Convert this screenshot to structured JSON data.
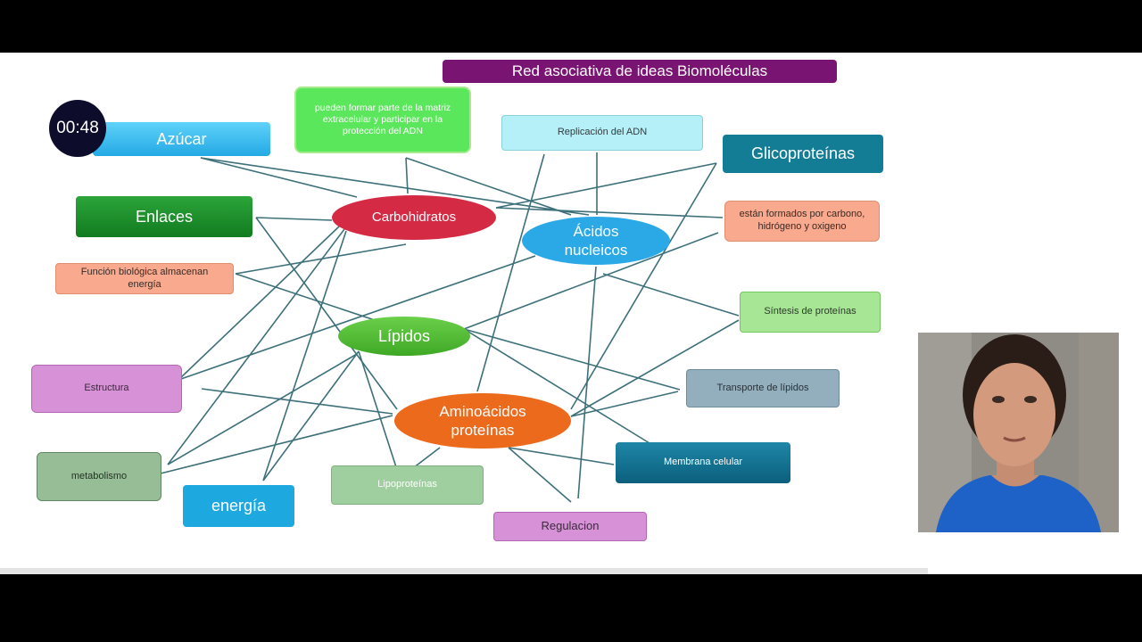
{
  "title": "Red asociativa de ideas Biomoléculas",
  "timer": "00:48",
  "nodes": {
    "matriz": "pueden formar parte de la matriz extracelular y participar en la protección del ADN",
    "replicacion": "Replicación del ADN",
    "glicoproteinas": "Glicoproteínas",
    "azucar": "Azúcar",
    "enlaces": "Enlaces",
    "carbohidratos": "Carbohidratos",
    "formados": "están formados por carbono, hidrógeno y oxigeno",
    "acidos": "Ácidos nucleicos",
    "funcion": "Función biológica almacenan energía",
    "sintesis": "Síntesis de proteínas",
    "lipidos": "Lípidos",
    "estructura": "Estructura",
    "transporte": "Transporte de lípidos",
    "aminoacidos": "Aminoácidos proteínas",
    "metabolismo": "metabolismo",
    "membrana": "Membrana celular",
    "lipoproteinas": "Lipoproteínas",
    "energia": "energía",
    "regulacion": "Regulacion"
  },
  "colors": {
    "title_bg": "#7a1472",
    "carbohidratos": "#d42a44",
    "acidos": "#2aa9e6",
    "lipidos": "#4db82e",
    "aminoacidos": "#ec6a1c",
    "connector": "#3d7079"
  }
}
